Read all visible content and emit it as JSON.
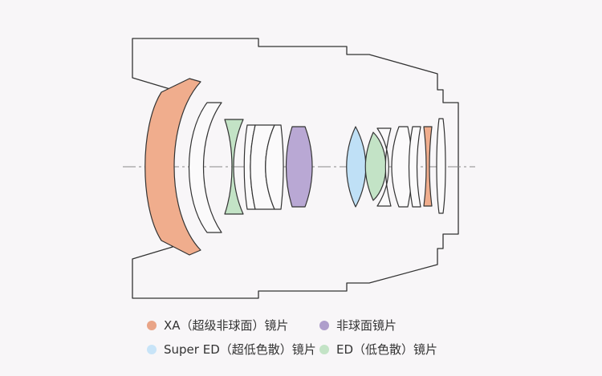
{
  "colors": {
    "background": "#f8f6f8",
    "outline": "#333333",
    "axis": "#8a8a8a",
    "xa": "#f0ad8d",
    "aspherical": "#b9a8d4",
    "super_ed": "#bfe0f6",
    "ed": "#c3e3c6",
    "plain": "#fbfafb"
  },
  "legend": [
    {
      "label": "XA（超级非球面）镜片",
      "color": "#e9a487"
    },
    {
      "label": "非球面镜片",
      "color": "#ae9ecb"
    },
    {
      "label": "Super ED（超低色散）镜片",
      "color": "#c8e4f8"
    },
    {
      "label": "ED（低色散）镜片",
      "color": "#c3e3c6"
    }
  ]
}
